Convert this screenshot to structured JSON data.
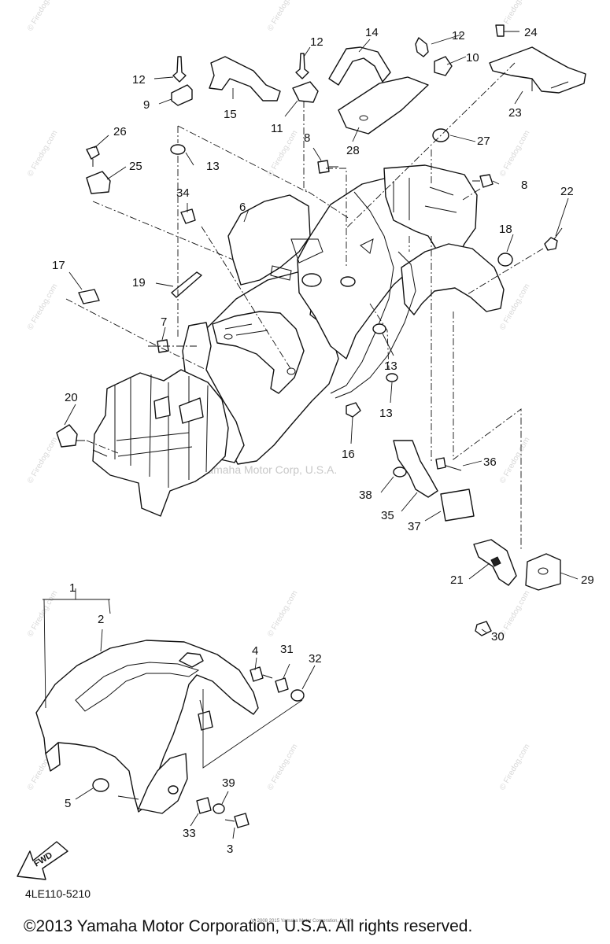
{
  "diagram_code": "4LE110-5210",
  "copyright": "©2013 Yamaha Motor Corporation, U.S.A. All rights reserved.",
  "watermark": "© Firedog.com",
  "center_watermark": "Yamaha Motor Corp, U.S.A.",
  "small_print": "(c) 2008 2015 Yamaha Motor Corporation, U.S.A.",
  "fwd_label": "FWD",
  "callouts": {
    "c1": "1",
    "c2": "2",
    "c3": "3",
    "c4": "4",
    "c5": "5",
    "c6": "6",
    "c7": "7",
    "c8a": "8",
    "c8b": "8",
    "c9": "9",
    "c10": "10",
    "c11": "11",
    "c12a": "12",
    "c12b": "12",
    "c12c": "12",
    "c13a": "13",
    "c13b": "13",
    "c13c": "13",
    "c14": "14",
    "c15": "15",
    "c16": "16",
    "c17": "17",
    "c18": "18",
    "c19": "19",
    "c20": "20",
    "c21": "21",
    "c22": "22",
    "c23": "23",
    "c24": "24",
    "c25": "25",
    "c26": "26",
    "c27": "27",
    "c28": "28",
    "c29": "29",
    "c30": "30",
    "c31": "31",
    "c32": "32",
    "c33": "33",
    "c34": "34",
    "c35": "35",
    "c36": "36",
    "c37": "37",
    "c38": "38",
    "c39": "39"
  }
}
